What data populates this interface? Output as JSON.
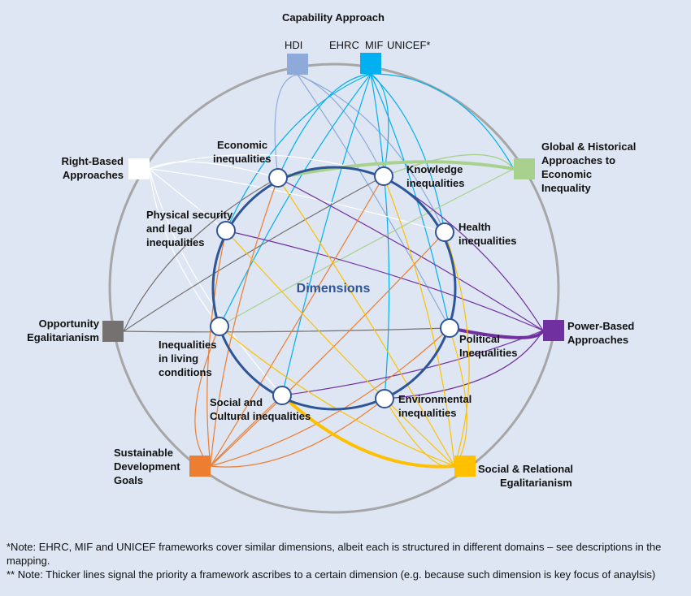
{
  "capability": {
    "title": "Capability Approach",
    "hdi": "HDI",
    "ehrc_mif": "EHRC  MIF",
    "unicef": "UNICEF*"
  },
  "frameworks": {
    "rights": [
      "Right-Based",
      "Approaches"
    ],
    "global": [
      "Global & Historical",
      "Approaches to",
      "Economic",
      "Inequality"
    ],
    "opportunity": [
      "Opportunity",
      "Egalitarianism"
    ],
    "power": [
      "Power-Based",
      "Approaches"
    ],
    "sdg": [
      "Sustainable",
      "Development",
      "Goals"
    ],
    "social_rel": [
      "Social & Relational",
      "Egalitarianism"
    ]
  },
  "center_title": "Dimensions",
  "dimensions": {
    "economic": [
      "Economic",
      "inequalities"
    ],
    "knowledge": [
      "Knowledge",
      "inequalities"
    ],
    "physical": [
      "Physical security",
      "and legal",
      "inequalities"
    ],
    "health": [
      "Health",
      "inequalities"
    ],
    "living": [
      "Inequalities",
      "in living",
      "conditions"
    ],
    "political": [
      "Political",
      "Inequalities"
    ],
    "social_cultural": [
      "Social and",
      "Cultural inequalities"
    ],
    "environmental": [
      "Environmental",
      "inequalities"
    ]
  },
  "notes": {
    "note1": "*Note: EHRC, MIF and UNICEF frameworks cover similar dimensions, albeit each is structured in different domains – see descriptions in the mapping.",
    "note2": "** Note: Thicker lines signal the priority a framework ascribes to a certain dimension (e.g.  because such dimension is key focus of anaylsis)"
  },
  "colors": {
    "hdi": "#8eaadb",
    "ehrc": "#00b0f0",
    "rights": "#ffffff",
    "global": "#a9d18e",
    "opportunity": "#767171",
    "power": "#7030a0",
    "sdg": "#ed7d31",
    "social_rel": "#ffc000",
    "dimension_ring": "#2f5597",
    "outer_ring": "#a6a6a6"
  }
}
